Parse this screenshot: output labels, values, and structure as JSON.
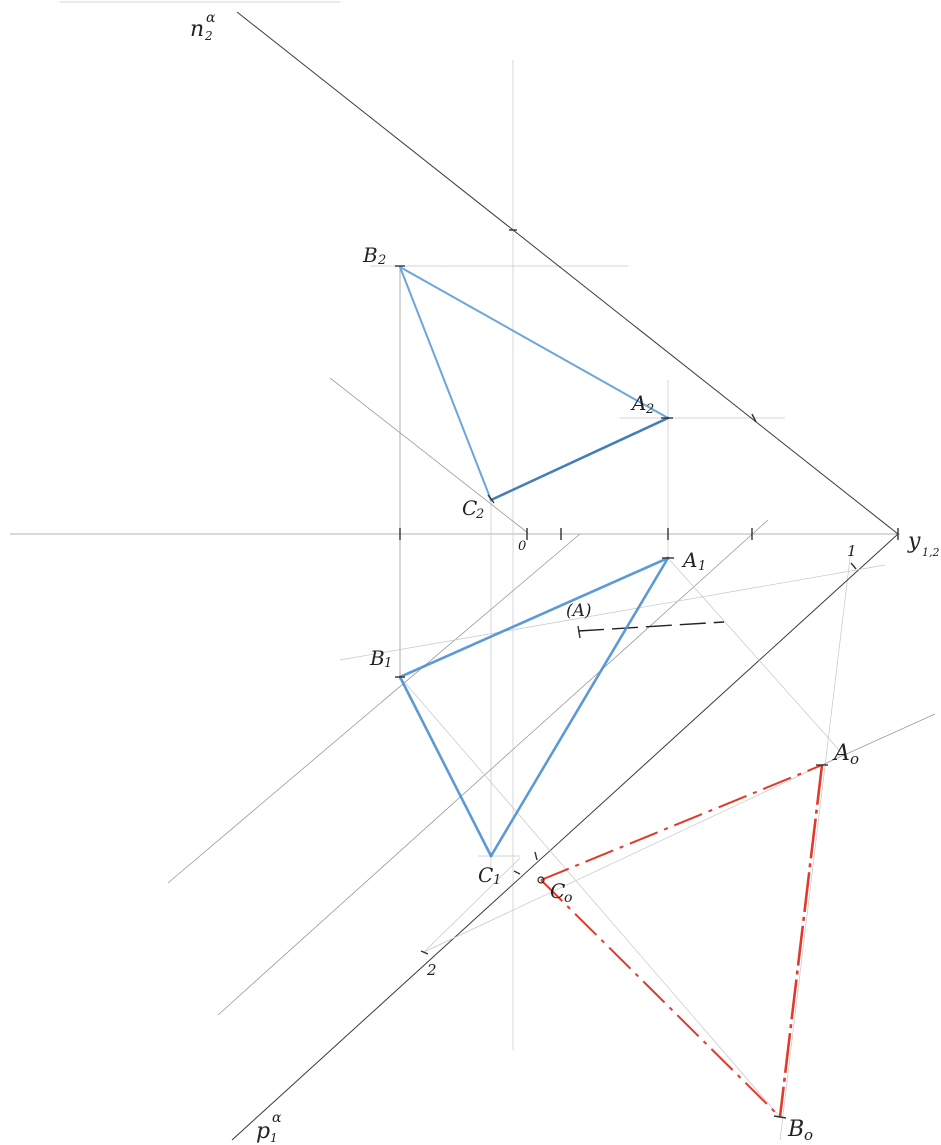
{
  "header_text": "...p... ... ... ..... (...)",
  "labels": {
    "n2_main": "n",
    "n2_sub": "2",
    "n2_sup": "α",
    "p1_main": "p",
    "p1_sub": "1",
    "p1_sup": "α",
    "axis_main": "y",
    "axis_sub": "1,2",
    "origin": "0",
    "B2_main": "B",
    "B2_sub": "2",
    "A2_main": "A",
    "A2_sub": "2",
    "C2_main": "C",
    "C2_sub": "2",
    "B1_main": "B",
    "B1_sub": "1",
    "A1_main": "A",
    "A1_sub": "1",
    "C1_main": "C",
    "C1_sub": "1",
    "A_rot": "(A)",
    "A0_main": "A",
    "A0_sub": "o",
    "B0_main": "B",
    "B0_sub": "o",
    "C0_main": "C",
    "C0_sub": "o",
    "point_1": "1",
    "point_2": "2"
  },
  "colors": {
    "projection_triangle": "#4a8fd0",
    "true_size_triangle": "#e03a2a",
    "construction": "#9a9a9a"
  }
}
